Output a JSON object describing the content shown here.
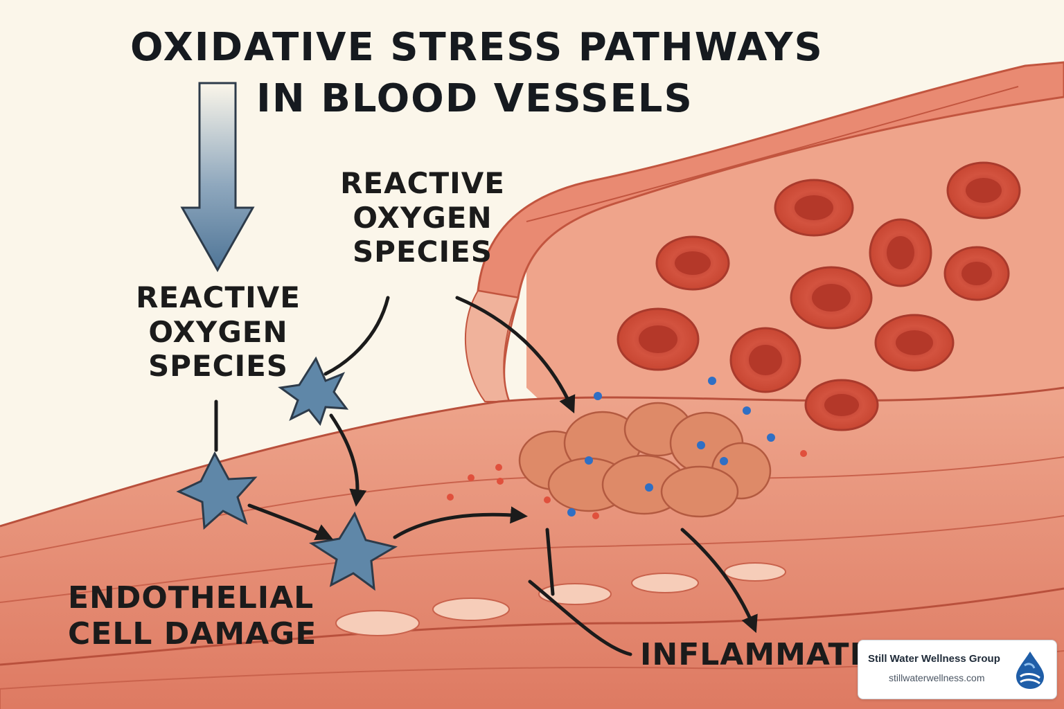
{
  "title": {
    "line1": "OXIDATIVE STRESS PATHWAYS",
    "line2": "IN BLOOD VESSELS"
  },
  "labels": {
    "ros_left": [
      "REACTIVE",
      "OXYGEN",
      "SPECIES"
    ],
    "ros_center": [
      "REACTIVE",
      "OXYGEN",
      "SPECIES"
    ],
    "damage": [
      "ENDOTHELIAL",
      "CELL DAMAGE"
    ],
    "inflammation": "INFLAMMATIO"
  },
  "badge": {
    "name": "Still Water Wellness Group",
    "url": "stillwaterwellness.com",
    "logo_icon": "water-drop-icon"
  },
  "colors": {
    "background": "#fbf6ea",
    "vessel_wall": "#e58a70",
    "vessel_dark": "#c85a45",
    "red_cell": "#d2513f",
    "ros_star": "#5f87a8",
    "plaque": "#dd8866",
    "ink": "#1b1b1b"
  }
}
